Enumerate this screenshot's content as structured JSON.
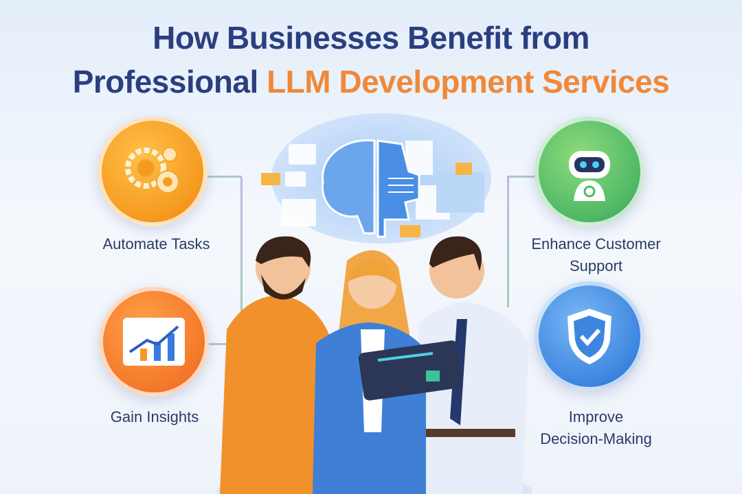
{
  "title": {
    "line1": "How Businesses Benefit from",
    "line2_prefix": "Professional",
    "line2_accent": "LLM Development Services"
  },
  "benefits": [
    {
      "label": "Automate Tasks",
      "icon": "gears-icon",
      "color": "#f59a1e"
    },
    {
      "label": "Gain Insights",
      "icon": "growth-chart-icon",
      "color": "#f4782a"
    },
    {
      "label_line1": "Enhance Customer",
      "label_line2": "Support",
      "icon": "robot-icon",
      "color": "#4fb866"
    },
    {
      "label_line1": "Improve",
      "label_line2": "Decision-Making",
      "icon": "shield-check-icon",
      "color": "#3d86e0"
    }
  ],
  "colors": {
    "title": "#2b3f7f",
    "accent": "#f0883a"
  }
}
